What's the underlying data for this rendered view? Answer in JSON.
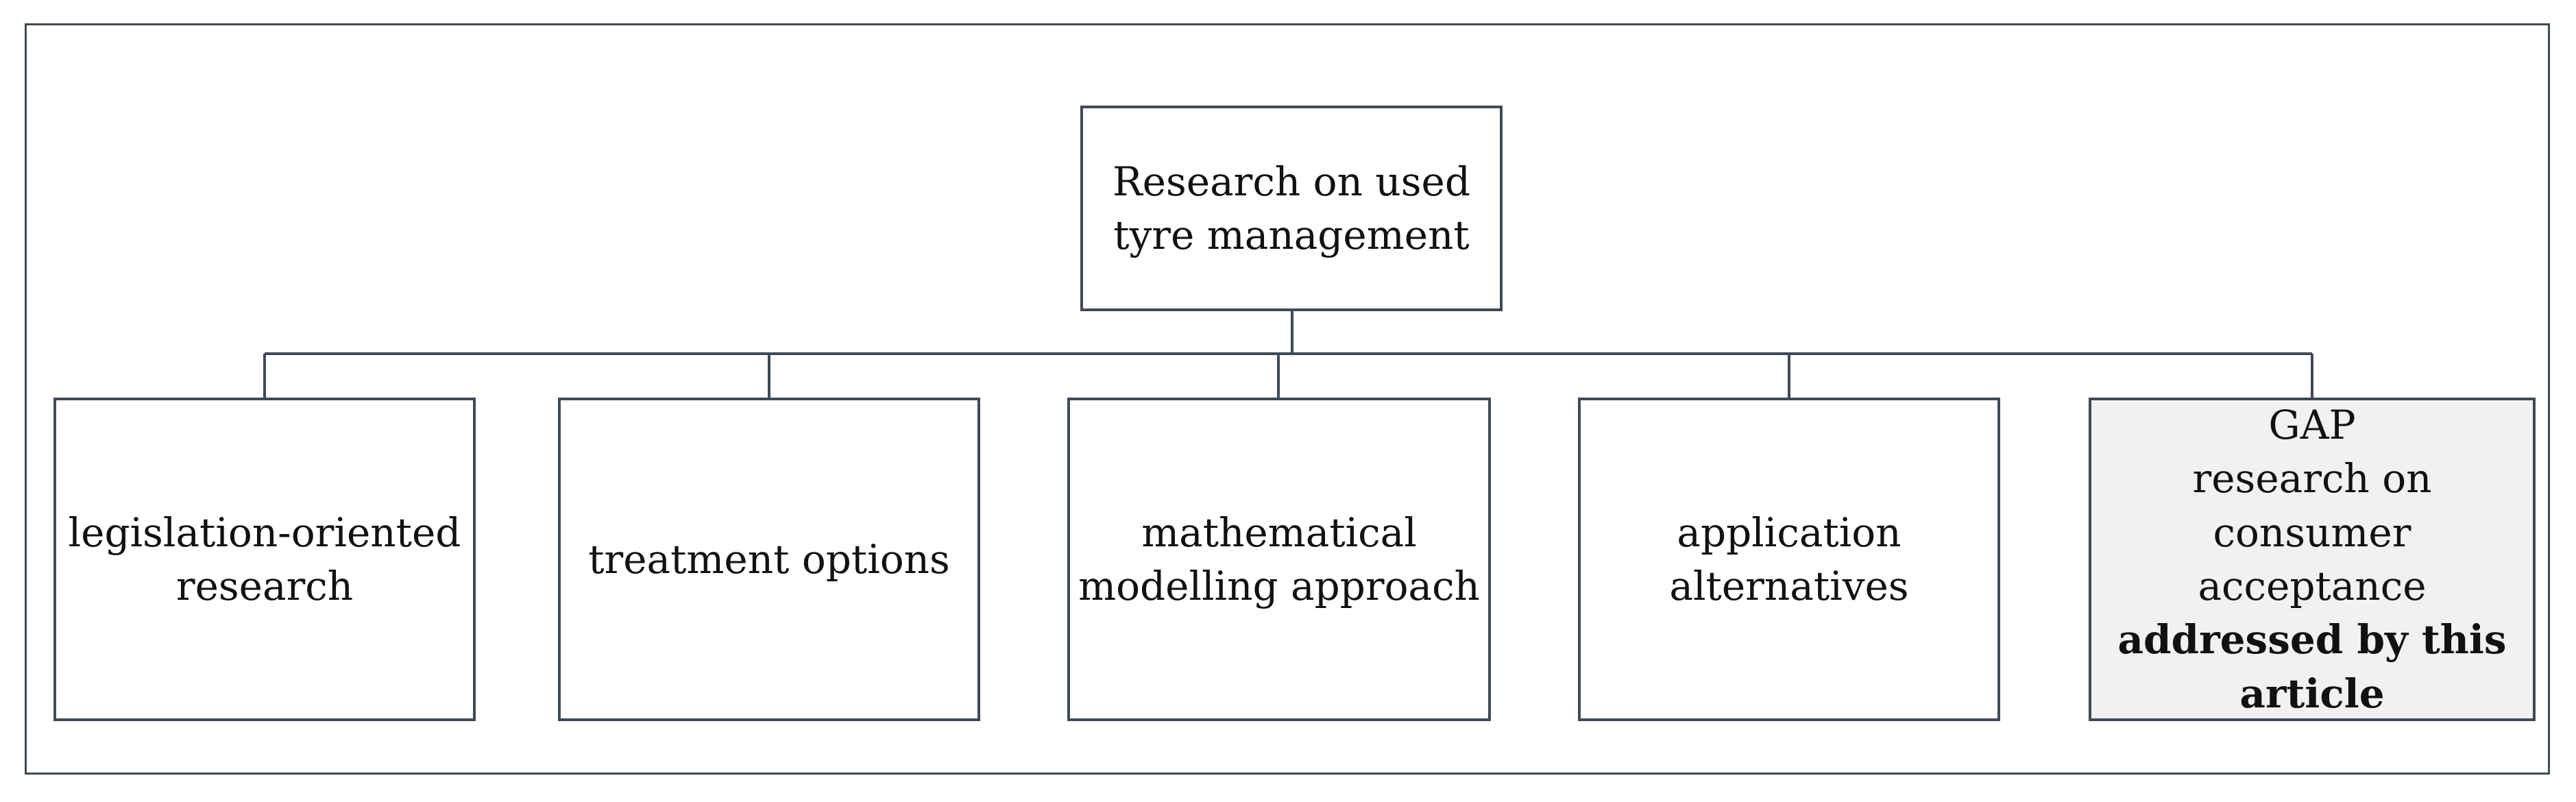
{
  "root": {
    "lines": [
      "Research on used",
      "tyre management"
    ]
  },
  "children": [
    {
      "id": "legislation",
      "lines": [
        "legislation-oriented",
        "research"
      ]
    },
    {
      "id": "treatment",
      "lines": [
        "treatment options"
      ]
    },
    {
      "id": "modelling",
      "lines": [
        "mathematical",
        "modelling approach"
      ]
    },
    {
      "id": "application",
      "lines": [
        "application",
        "alternatives"
      ]
    },
    {
      "id": "gap",
      "lines": [
        "GAP",
        "research on consumer",
        "acceptance"
      ],
      "bold_lines": [
        "addressed by this",
        "article"
      ],
      "fill": "#f1f1f1"
    }
  ],
  "colors": {
    "border": "#3f4a57",
    "text": "#111111",
    "gap_fill": "#f1f1f1"
  }
}
